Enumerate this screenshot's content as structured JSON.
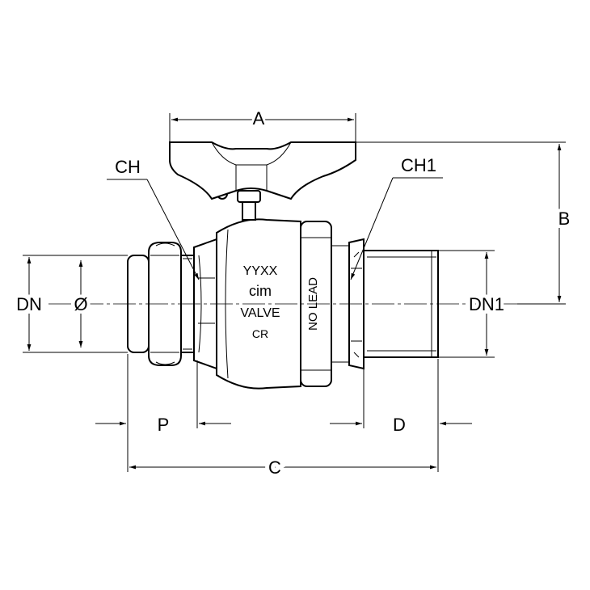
{
  "labels": {
    "a": "A",
    "b": "B",
    "c": "C",
    "d": "D",
    "p": "P",
    "ch": "CH",
    "ch1": "CH1",
    "dn": "DN",
    "dn1": "DN1",
    "diameter": "Ø"
  },
  "markings": {
    "line1": "YYXX",
    "logo": "cim",
    "line3": "VALVE",
    "line4": "CR",
    "band": "NO LEAD"
  }
}
